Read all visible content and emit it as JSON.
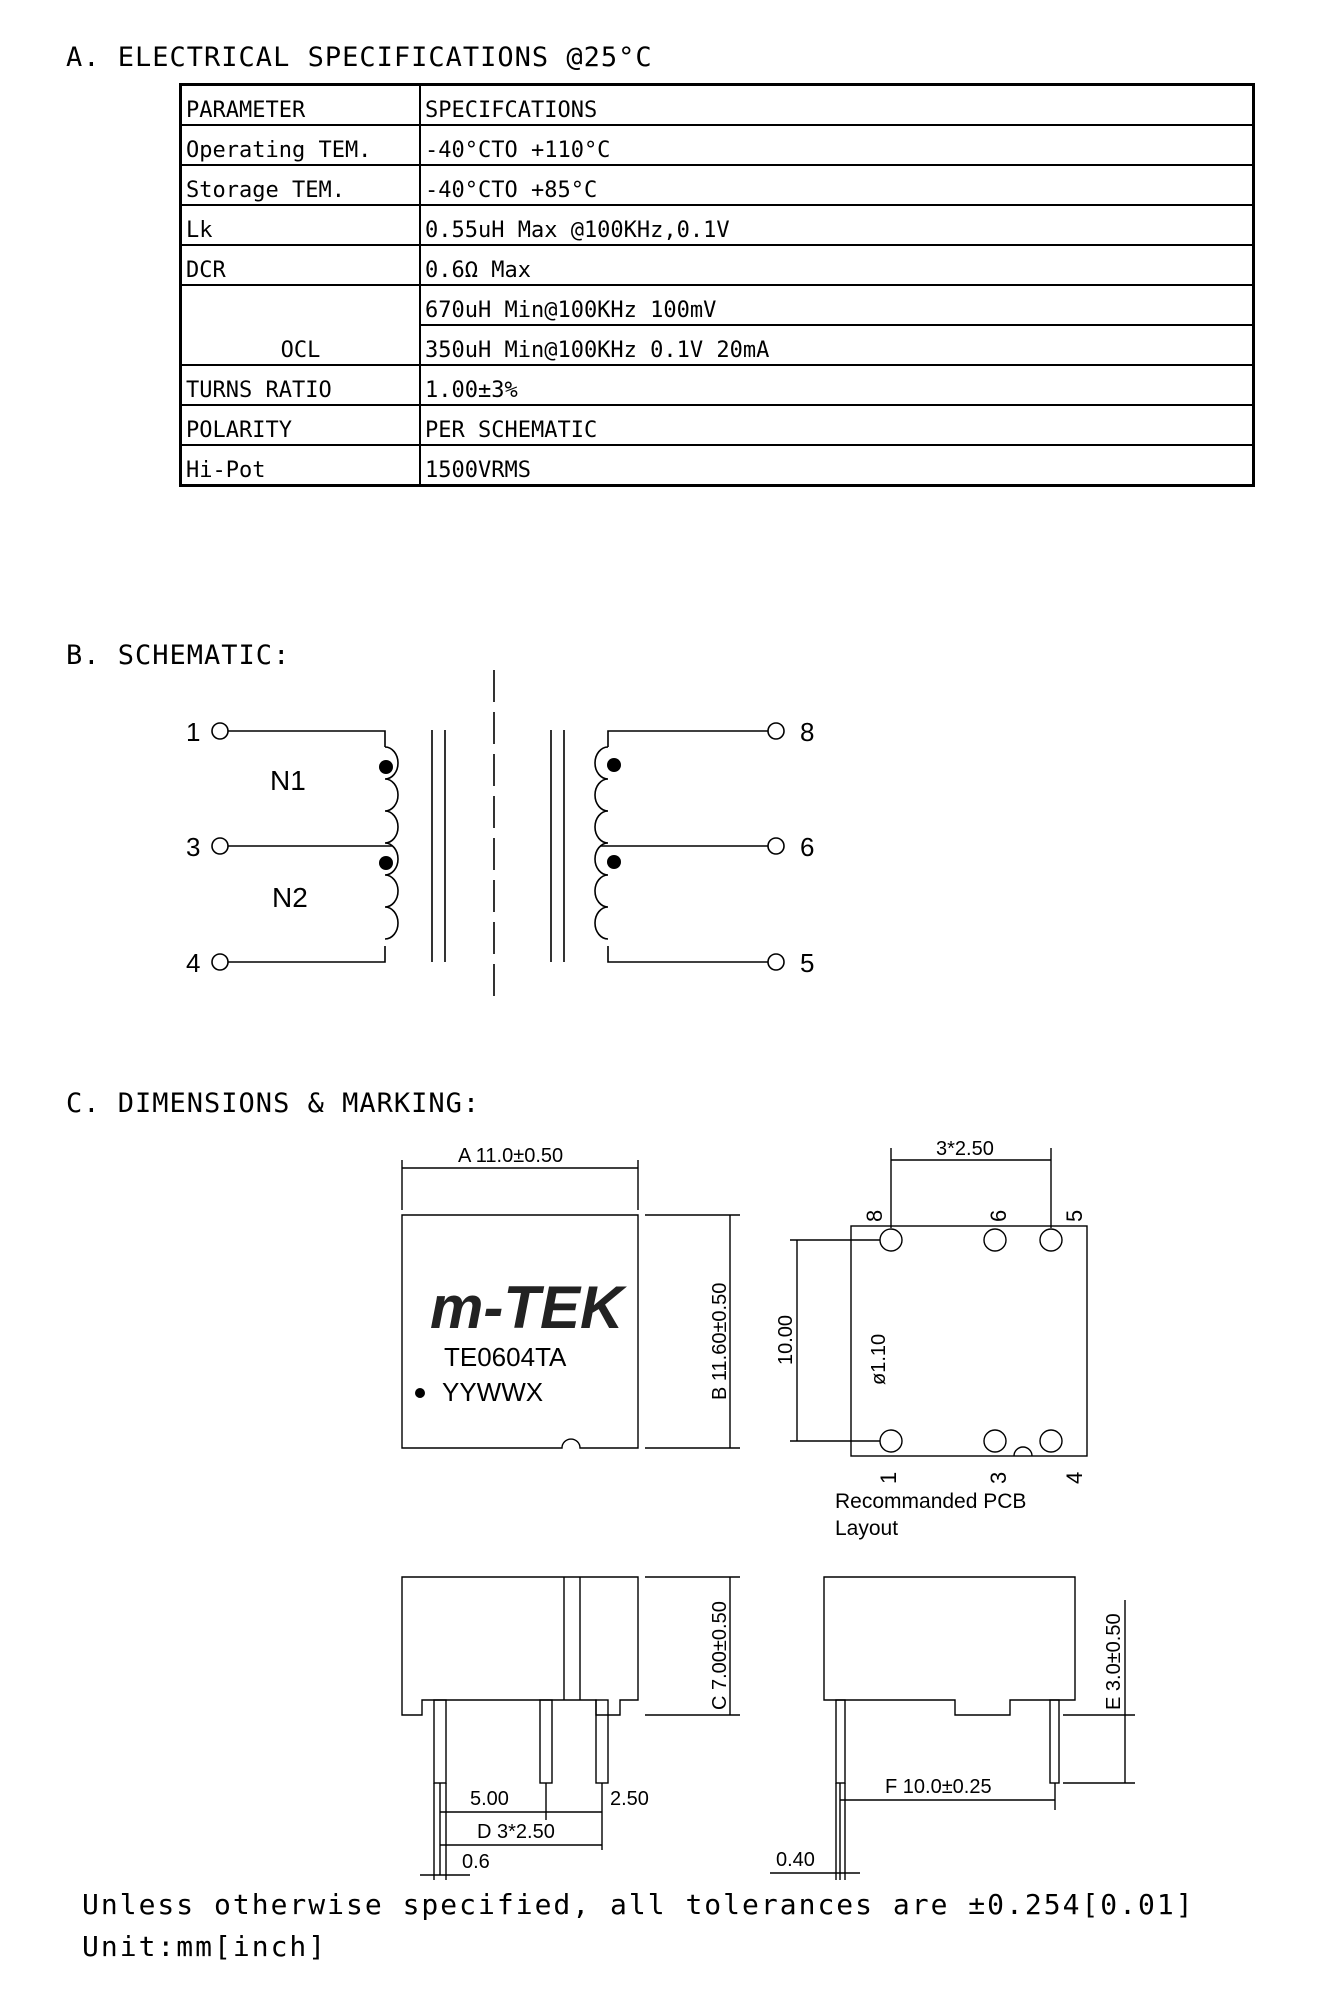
{
  "section_a": {
    "title": "A.  ELECTRICAL SPECIFICATIONS @25°C",
    "header": {
      "parameter": "PARAMETER",
      "spec": "SPECIFCATIONS"
    },
    "rows": [
      {
        "parameter": "Operating TEM.",
        "spec": "-40°CTO +110°C"
      },
      {
        "parameter": "Storage TEM.",
        "spec": "-40°CTO +85°C"
      },
      {
        "parameter": "Lk",
        "spec": "0.55uH Max @100KHz,0.1V"
      },
      {
        "parameter": "DCR",
        "spec": "0.6Ω  Max"
      }
    ],
    "ocl": {
      "parameter": "OCL",
      "spec1": "670uH Min@100KHz 100mV",
      "spec2": "350uH Min@100KHz 0.1V 20mA"
    },
    "rows2": [
      {
        "parameter": "TURNS RATIO",
        "spec": "1.00±3%"
      },
      {
        "parameter": "POLARITY",
        "spec": "PER SCHEMATIC"
      },
      {
        "parameter": "Hi-Pot",
        "spec": "1500VRMS"
      }
    ]
  },
  "section_b": {
    "title": "B.  SCHEMATIC:",
    "pins": {
      "p1": "1",
      "p3": "3",
      "p4": "4",
      "p8": "8",
      "p6": "6",
      "p5": "5"
    },
    "windings": {
      "n1": "N1",
      "n2": "N2"
    }
  },
  "section_c": {
    "title": "C.  DIMENSIONS & MARKING:",
    "top_view": {
      "dim_a": "A 11.0±0.50",
      "dim_b": "B 11.60±0.50",
      "logo": "m-TEK",
      "part": "TE0604TA",
      "datecode": "YYWWX"
    },
    "pcb": {
      "dim_pitch": "3*2.50",
      "dim_height": "10.00",
      "dim_hole": "ø1.10",
      "pins_top": [
        "8",
        "6",
        "5"
      ],
      "pins_bottom": [
        "1",
        "3",
        "4"
      ],
      "caption1": "Recommanded PCB",
      "caption2": "Layout"
    },
    "front_view": {
      "dim_c": "C 7.00±0.50",
      "dim_500": "5.00",
      "dim_250": "2.50",
      "dim_d": "D 3*2.50",
      "dim_06": "0.6"
    },
    "side_view": {
      "dim_e": "E 3.0±0.50",
      "dim_f": "F 10.0±0.25",
      "dim_040": "0.40"
    }
  },
  "footer": {
    "line1": "Unless otherwise specified, all tolerances are ±0.254[0.01]",
    "line2": "Unit:mm[inch]"
  }
}
